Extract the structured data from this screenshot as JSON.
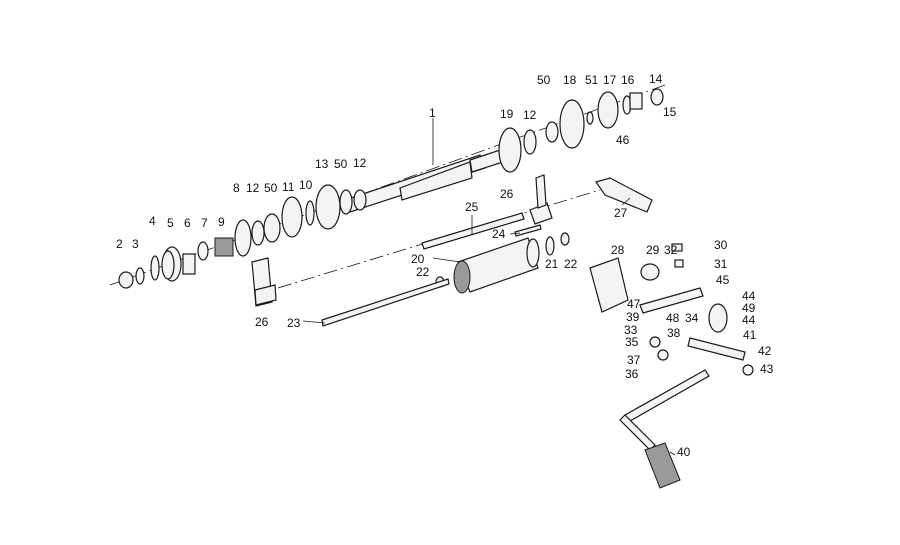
{
  "labels": {
    "l1": "1",
    "l2": "2",
    "l3": "3",
    "l4": "4",
    "l5": "5",
    "l6": "6",
    "l7": "7",
    "l8": "8",
    "l9": "9",
    "l10": "10",
    "l11": "11",
    "l12a": "12",
    "l12b": "12",
    "l12c": "12",
    "l13": "13",
    "l14": "14",
    "l15": "15",
    "l16": "16",
    "l17": "17",
    "l18": "18",
    "l19": "19",
    "l20": "20",
    "l21": "21",
    "l22a": "22",
    "l22b": "22",
    "l23": "23",
    "l24": "24",
    "l25": "25",
    "l26a": "26",
    "l26b": "26",
    "l27": "27",
    "l28": "28",
    "l29": "29",
    "l30": "30",
    "l31": "31",
    "l32": "32",
    "l33": "33",
    "l34": "34",
    "l35": "35",
    "l36": "36",
    "l37": "37",
    "l38": "38",
    "l39": "39",
    "l40": "40",
    "l41": "41",
    "l42": "42",
    "l43": "43",
    "l44a": "44",
    "l44b": "44",
    "l45": "45",
    "l46": "46",
    "l47": "47",
    "l48": "48",
    "l49": "49",
    "l50a": "50",
    "l50b": "50",
    "l50c": "50",
    "l51": "51"
  }
}
